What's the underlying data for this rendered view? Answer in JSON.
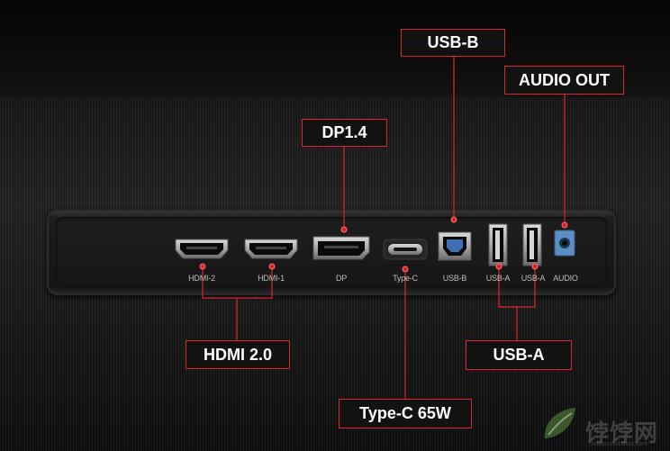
{
  "ports": [
    {
      "key": "hdmi2",
      "label": "HDMI-2"
    },
    {
      "key": "hdmi1",
      "label": "HDMI-1"
    },
    {
      "key": "dp",
      "label": "DP"
    },
    {
      "key": "typec",
      "label": "Type-C"
    },
    {
      "key": "usbb",
      "label": "USB-B"
    },
    {
      "key": "usba1",
      "label": "USB-A"
    },
    {
      "key": "usba2",
      "label": "USB-A"
    },
    {
      "key": "audio",
      "label": "AUDIO"
    }
  ],
  "callouts": {
    "usb_b": "USB-B",
    "audio_out": "AUDIO OUT",
    "dp": "DP1.4",
    "hdmi": "HDMI 2.0",
    "usb_a": "USB-A",
    "type_c": "Type-C 65W"
  },
  "colors": {
    "accent": "#d8262f",
    "audio_jack": "#5b8fc4",
    "usb_b_insert": "#3f6fb5"
  },
  "watermark": {
    "text": "饽饽网",
    "url": "bobosnowboots.com"
  }
}
